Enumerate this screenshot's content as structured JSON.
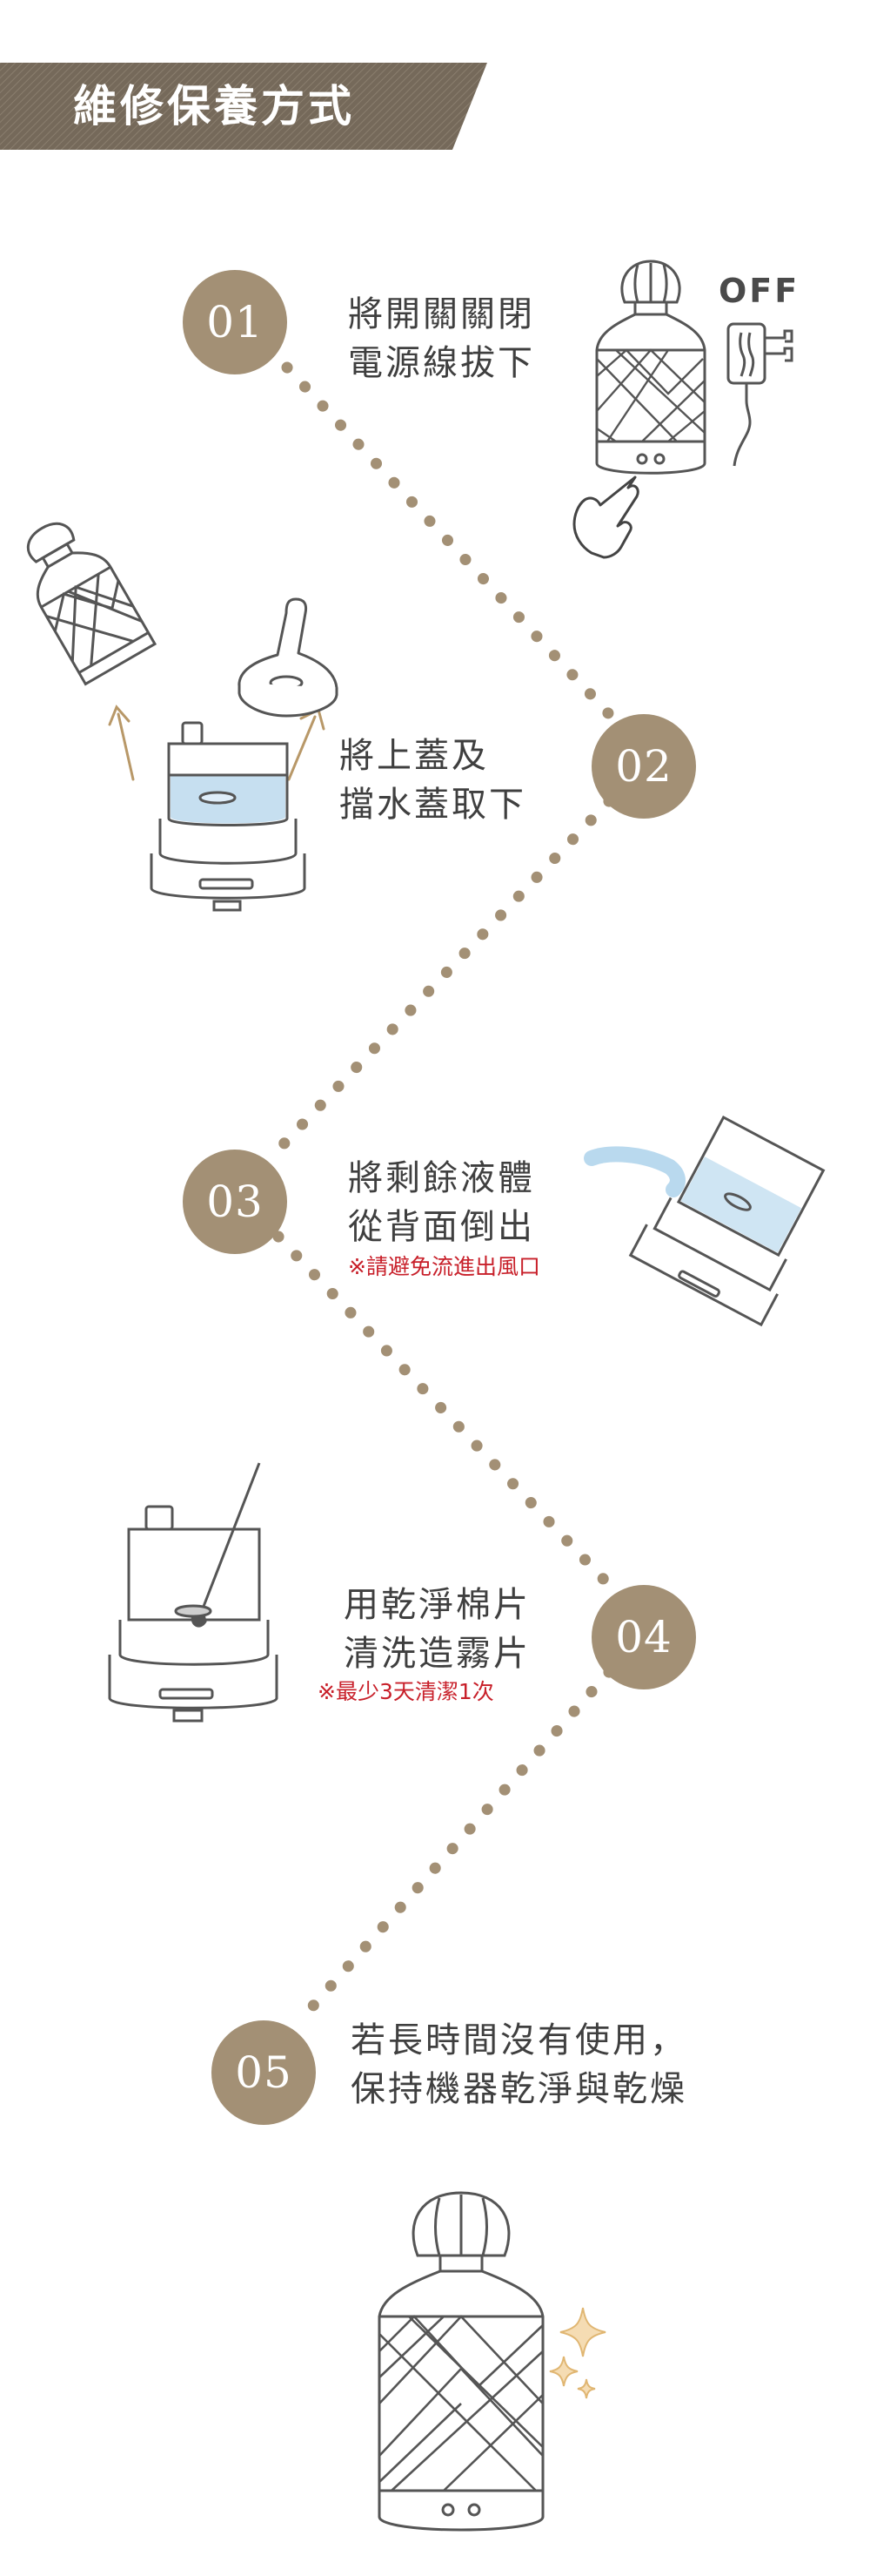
{
  "header": {
    "title": "維修保養方式",
    "bg_color": "#75695a",
    "stripe_color": "#8a7e6e"
  },
  "accent_color": "#a39075",
  "note_color": "#c8202a",
  "steps": [
    {
      "number": "01",
      "lines": [
        "將開關關閉",
        "電源線拔下"
      ],
      "note": ""
    },
    {
      "number": "02",
      "lines": [
        "將上蓋及",
        "擋水蓋取下"
      ],
      "note": ""
    },
    {
      "number": "03",
      "lines": [
        "將剩餘液體",
        "從背面倒出"
      ],
      "note": "※請避免流進出風口"
    },
    {
      "number": "04",
      "lines": [
        "用乾淨棉片",
        "清洗造霧片"
      ],
      "note": "※最少3天清潔1次"
    },
    {
      "number": "05",
      "lines": [
        "若長時間沒有使用，",
        "保持機器乾淨與乾燥"
      ],
      "note": ""
    }
  ],
  "illustrations": {
    "off_label": "OFF",
    "icons": [
      "diffuser-icon",
      "power-plug-icon",
      "hand-pointer-icon",
      "arrow-up-icon",
      "water-tank-icon",
      "water-cover-icon",
      "pour-water-icon",
      "cotton-swab-icon",
      "sparkle-icon"
    ]
  }
}
